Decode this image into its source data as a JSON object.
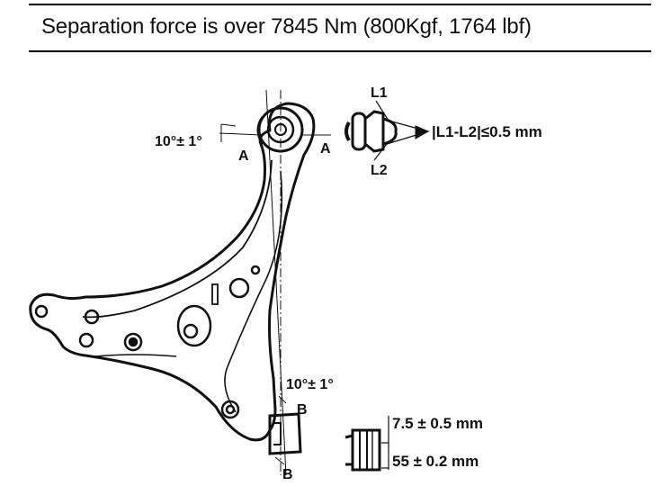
{
  "header": {
    "title": "Separation force is over 7845 Nm (800Kgf, 1764 lbf)"
  },
  "diagram": {
    "angle_top": "10°± 1°",
    "angle_bottom": "10°± 1°",
    "section_top_left": "A",
    "section_top_right": "A",
    "section_bottom_top": "B",
    "section_bottom_bottom": "B",
    "bushing_top": {
      "l1": "L1",
      "l2": "L2",
      "tolerance": "|L1-L2|≤0.5 mm"
    },
    "bushing_bottom": {
      "offset": "7.5 ± 0.5 mm",
      "length": "55 ± 0.2 mm"
    }
  }
}
